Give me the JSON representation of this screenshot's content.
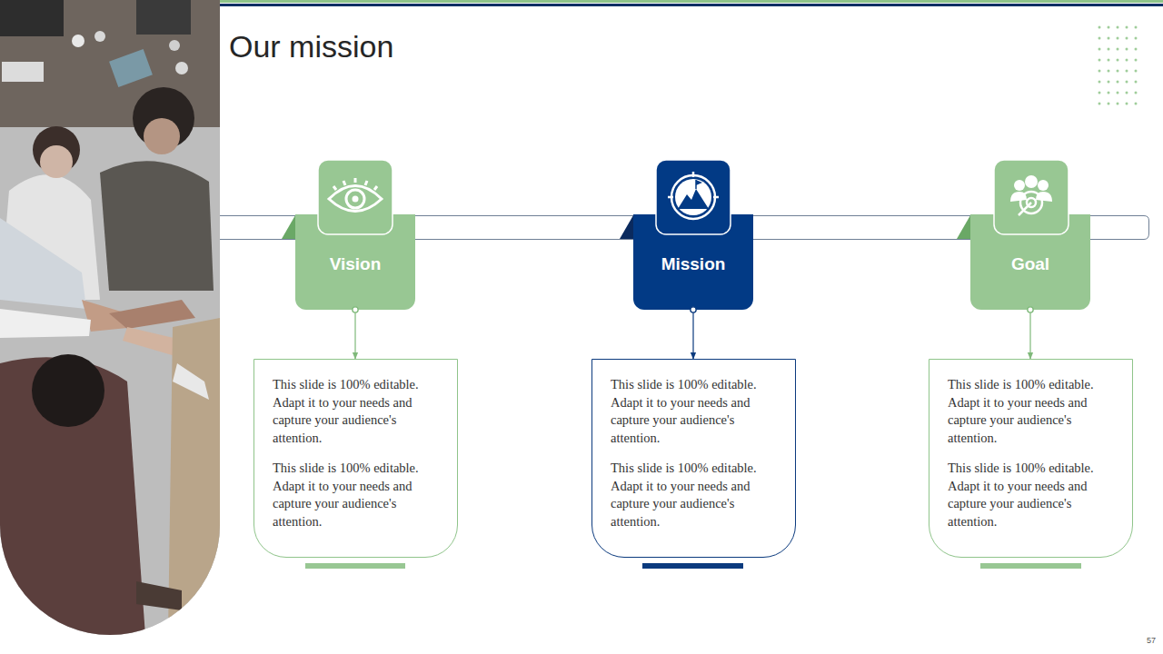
{
  "diagram": {
    "title": "Our mission",
    "nodes": [
      {
        "text": [
          "Vision"
        ]
      },
      {
        "text": [
          "Mission"
        ]
      },
      {
        "text": [
          "Goal"
        ]
      },
      {
        "text": [
          "This slide is 100% editable. Adapt it to your needs and capture your audience's attention.",
          "This slide is 100% editable. Adapt it to your needs and capture your audience's attention."
        ]
      },
      {
        "text": [
          "This slide is 100% editable. Adapt it to your needs and capture your audience's attention.",
          "This slide is 100% editable. Adapt it to your needs and capture your audience's attention."
        ]
      },
      {
        "text": [
          "This slide is 100% editable. Adapt it to your needs and capture your audience's attention.",
          "This slide is 100% editable. Adapt it to your needs and capture your audience's attention."
        ]
      }
    ],
    "edges": [
      {
        "from": 0,
        "to": 3,
        "arrow": "to"
      },
      {
        "from": 1,
        "to": 4,
        "arrow": "to"
      },
      {
        "from": 2,
        "to": 5,
        "arrow": "to"
      }
    ],
    "labels": [
      "57"
    ]
  }
}
